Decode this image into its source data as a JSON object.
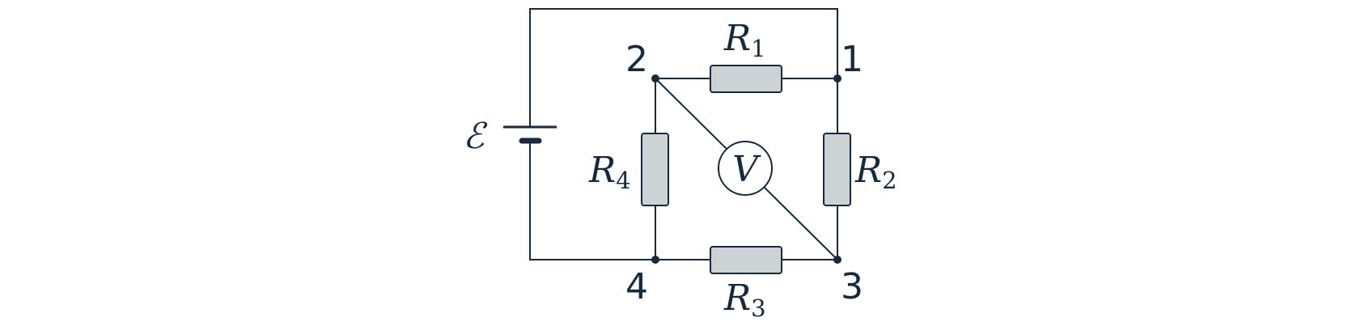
{
  "colors": {
    "line": "#17293a",
    "resistor_fill": "#cdd2d5",
    "background": "#ffffff"
  },
  "emf": {
    "symbol": "ℰ"
  },
  "nodes": [
    {
      "label": "1"
    },
    {
      "label": "2"
    },
    {
      "label": "3"
    },
    {
      "label": "4"
    }
  ],
  "resistors": [
    {
      "letter": "R",
      "index": "1"
    },
    {
      "letter": "R",
      "index": "2"
    },
    {
      "letter": "R",
      "index": "3"
    },
    {
      "letter": "R",
      "index": "4"
    }
  ],
  "voltmeter": {
    "symbol": "V"
  }
}
